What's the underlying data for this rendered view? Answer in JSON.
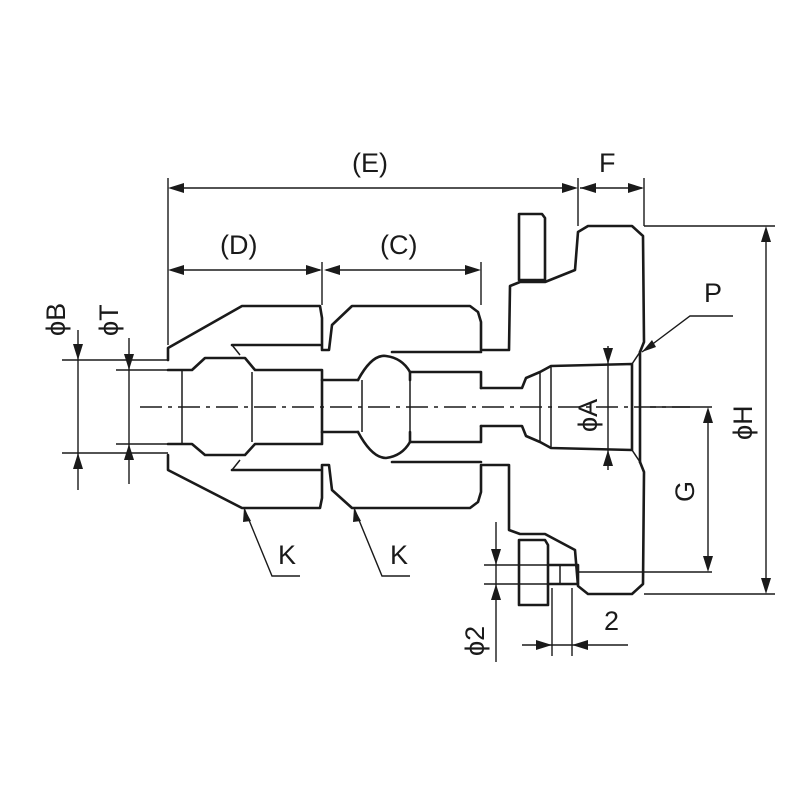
{
  "labels": {
    "E": "(E)",
    "F": "F",
    "D": "(D)",
    "C": "(C)",
    "P": "P",
    "phiB": "ϕB",
    "phiT": "ϕT",
    "phiA": "ϕA",
    "phiH": "ϕH",
    "G": "G",
    "K_left": "K",
    "K_right": "K",
    "phi2": "ϕ2",
    "two": "2"
  }
}
